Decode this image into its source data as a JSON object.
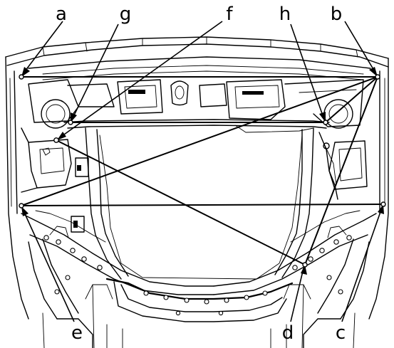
{
  "diagram": {
    "labels": {
      "a": "a",
      "b": "b",
      "c": "c",
      "d": "d",
      "e": "e",
      "f": "f",
      "g": "g",
      "h": "h"
    },
    "measurements": [
      {
        "from": "a",
        "to": "b"
      },
      {
        "from": "g",
        "to": "h"
      },
      {
        "from": "e",
        "to": "c"
      },
      {
        "from": "f",
        "to": "d"
      },
      {
        "from": "e",
        "to": "b"
      },
      {
        "from": "b",
        "to": "d"
      }
    ]
  }
}
